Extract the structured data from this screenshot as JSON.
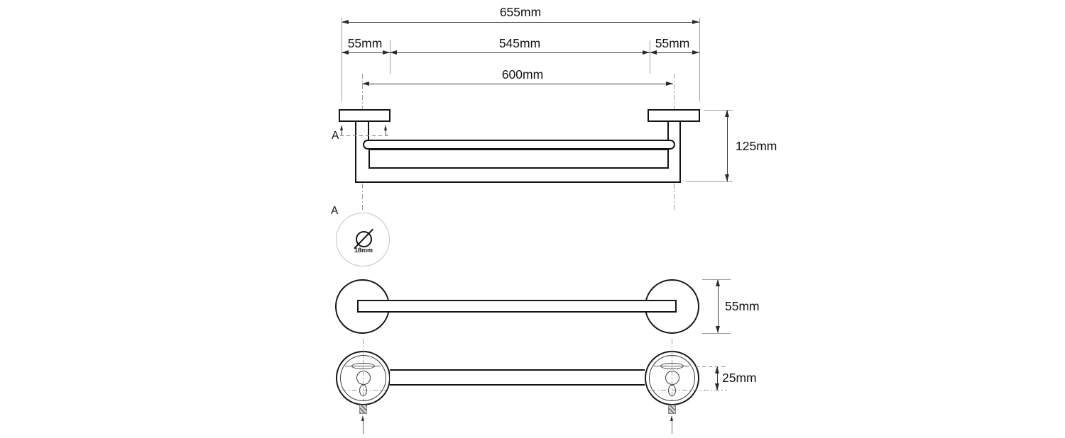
{
  "drawing": {
    "front_view": {
      "dim_overall": "655mm",
      "dim_flange_left": "55mm",
      "dim_span": "545mm",
      "dim_flange_right": "55mm",
      "dim_centers": "600mm",
      "dim_height": "125mm",
      "section_marker": "A"
    },
    "detail_view": {
      "label": "A",
      "dim_tube_diameter": "18mm"
    },
    "top_view": {
      "dim_flange_diameter": "55mm"
    },
    "rear_view": {
      "dim_hole_spacing": "25mm"
    }
  }
}
